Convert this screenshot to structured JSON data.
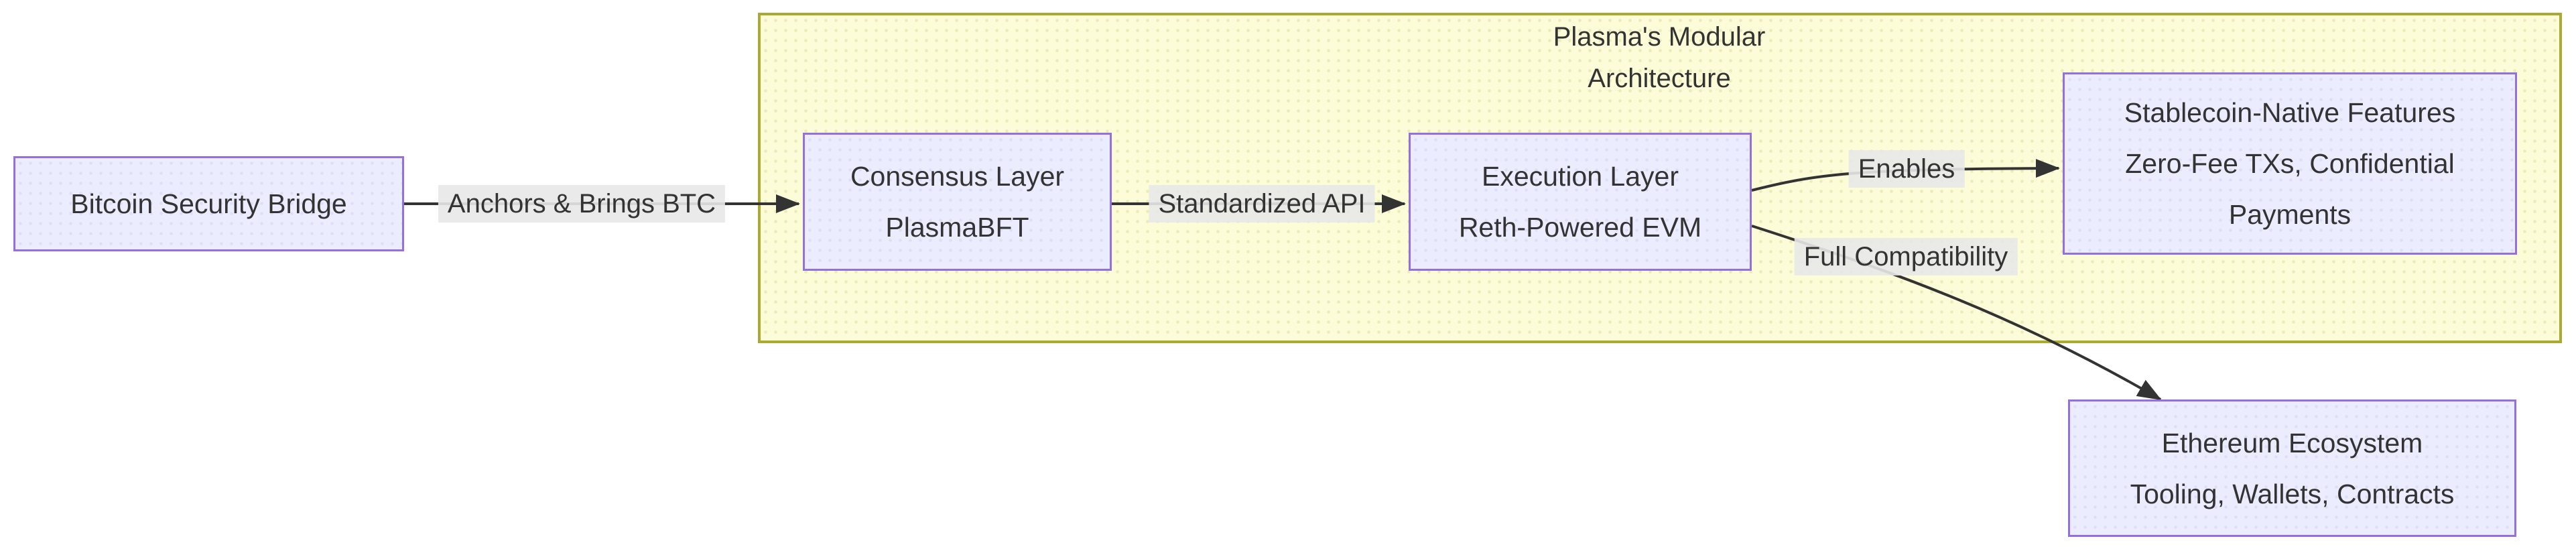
{
  "diagram": {
    "type": "flowchart",
    "direction": "left-to-right",
    "colors": {
      "node_fill": "#ECECFF",
      "node_border": "#9370DB",
      "cluster_fill": "#FCFCD8",
      "cluster_border": "#AAAA33",
      "edge_color": "#333333",
      "edge_label_background": "#E8E8E8",
      "text_color": "#333333",
      "page_background": "#FFFFFF"
    },
    "cluster": {
      "title_line1": "Plasma's Modular",
      "title_line2": "Architecture"
    },
    "nodes": [
      {
        "id": "bitcoin",
        "lines": [
          "Bitcoin Security Bridge"
        ]
      },
      {
        "id": "consensus",
        "lines": [
          "Consensus Layer",
          "PlasmaBFT"
        ]
      },
      {
        "id": "execution",
        "lines": [
          "Execution Layer",
          "Reth-Powered EVM"
        ]
      },
      {
        "id": "stablecoin",
        "lines": [
          "Stablecoin-Native Features",
          "Zero-Fee TXs, Confidential",
          "Payments"
        ]
      },
      {
        "id": "ethereum",
        "lines": [
          "Ethereum Ecosystem",
          "Tooling, Wallets, Contracts"
        ]
      }
    ],
    "edges": [
      {
        "from": "bitcoin",
        "to": "consensus",
        "label": "Anchors & Brings BTC"
      },
      {
        "from": "consensus",
        "to": "execution",
        "label": "Standardized API"
      },
      {
        "from": "execution",
        "to": "stablecoin",
        "label": "Enables"
      },
      {
        "from": "execution",
        "to": "ethereum",
        "label": "Full Compatibility"
      }
    ]
  }
}
